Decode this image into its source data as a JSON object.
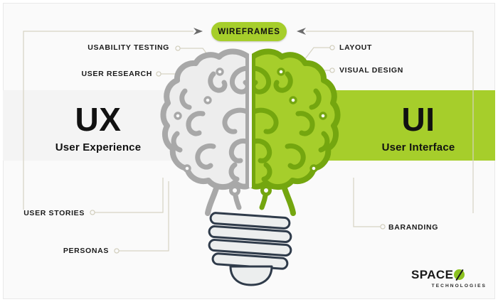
{
  "infographic": {
    "center_badge": {
      "label": "WIREFRAMES"
    },
    "left_side": {
      "heading": "UX",
      "subheading": "User Experience",
      "items": [
        {
          "label": "USABILITY TESTING"
        },
        {
          "label": "USER RESEARCH"
        },
        {
          "label": "USER STORIES"
        },
        {
          "label": "PERSONAS"
        }
      ]
    },
    "right_side": {
      "heading": "UI",
      "subheading": "User Interface",
      "items": [
        {
          "label": "LAYOUT"
        },
        {
          "label": "VISUAL DESIGN"
        },
        {
          "label": "BARANDING"
        }
      ]
    },
    "graphic": {
      "name": "brain-lightbulb",
      "left_half_color": "#a8a8a8",
      "right_half_color": "#8cc220",
      "bulb_outline_color": "#2f3b4a",
      "bulb_fill_color": "#eceeee"
    },
    "logo": {
      "name": "SPACE",
      "o_letter": "O",
      "tagline": "TECHNOLOGIES",
      "accent_color": "#8cc220"
    },
    "colors": {
      "green_band": "#a6ce2b",
      "gray_band": "#f4f4f4",
      "connector_line": "#d6d3c3",
      "arrow": "#6b6b6b",
      "page_background": "#fafafa",
      "text": "#111111"
    }
  }
}
